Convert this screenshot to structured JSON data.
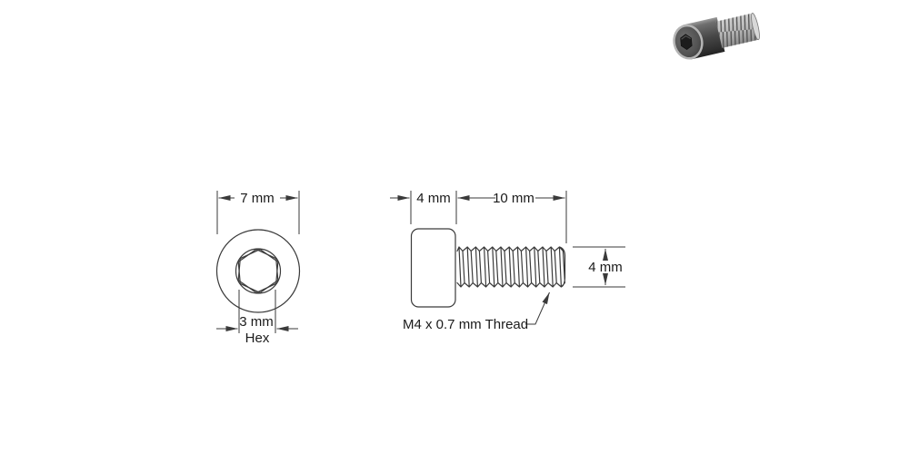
{
  "drawing": {
    "front_view": {
      "head_diameter_label": "7 mm",
      "socket_size_label": "3 mm",
      "socket_type_label": "Hex"
    },
    "side_view": {
      "head_length_label": "4 mm",
      "thread_length_label": "10 mm",
      "thread_diameter_label": "4 mm",
      "thread_callout_label": "M4 x 0.7 mm Thread"
    }
  },
  "photo": {
    "subject": "socket-head-cap-screw-3d-render",
    "head_color": "#3f3f3f",
    "thread_color": "#b8b8b8",
    "socket_color": "#1c1c1c",
    "rim_color": "#b5b5b5"
  },
  "colors": {
    "background": "#ffffff",
    "line": "#3a3a3a",
    "text": "#1a1a1a"
  }
}
